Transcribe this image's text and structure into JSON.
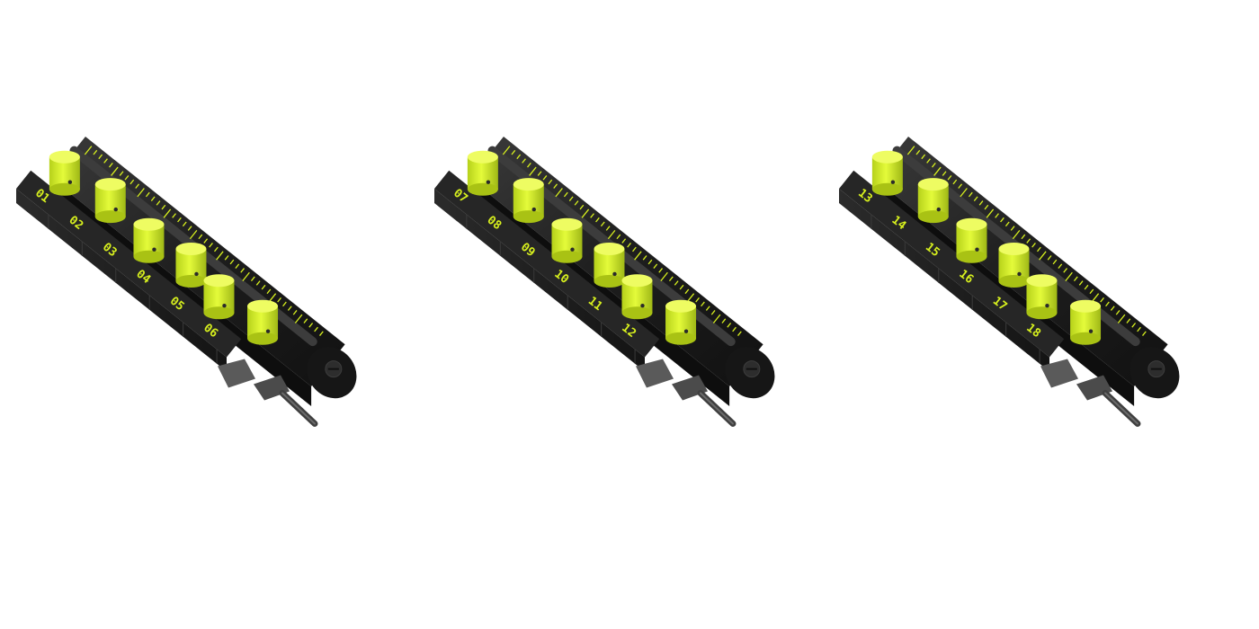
{
  "scene": {
    "background": "#ffffff",
    "colors": {
      "accent": "#d7f01e",
      "accent_dark": "#a9c214",
      "body_dark": "#1f1f1f",
      "body_mid": "#2e2e2e",
      "body_light": "#4a4a4a",
      "metal": "#5a5a5a"
    }
  },
  "assemblies": [
    {
      "name": "assembly-left",
      "labels": [
        "01",
        "02",
        "03",
        "04",
        "05",
        "06"
      ]
    },
    {
      "name": "assembly-middle",
      "labels": [
        "07",
        "08",
        "09",
        "10",
        "11",
        "12"
      ]
    },
    {
      "name": "assembly-right",
      "labels": [
        "13",
        "14",
        "15",
        "16",
        "17",
        "18"
      ]
    }
  ]
}
